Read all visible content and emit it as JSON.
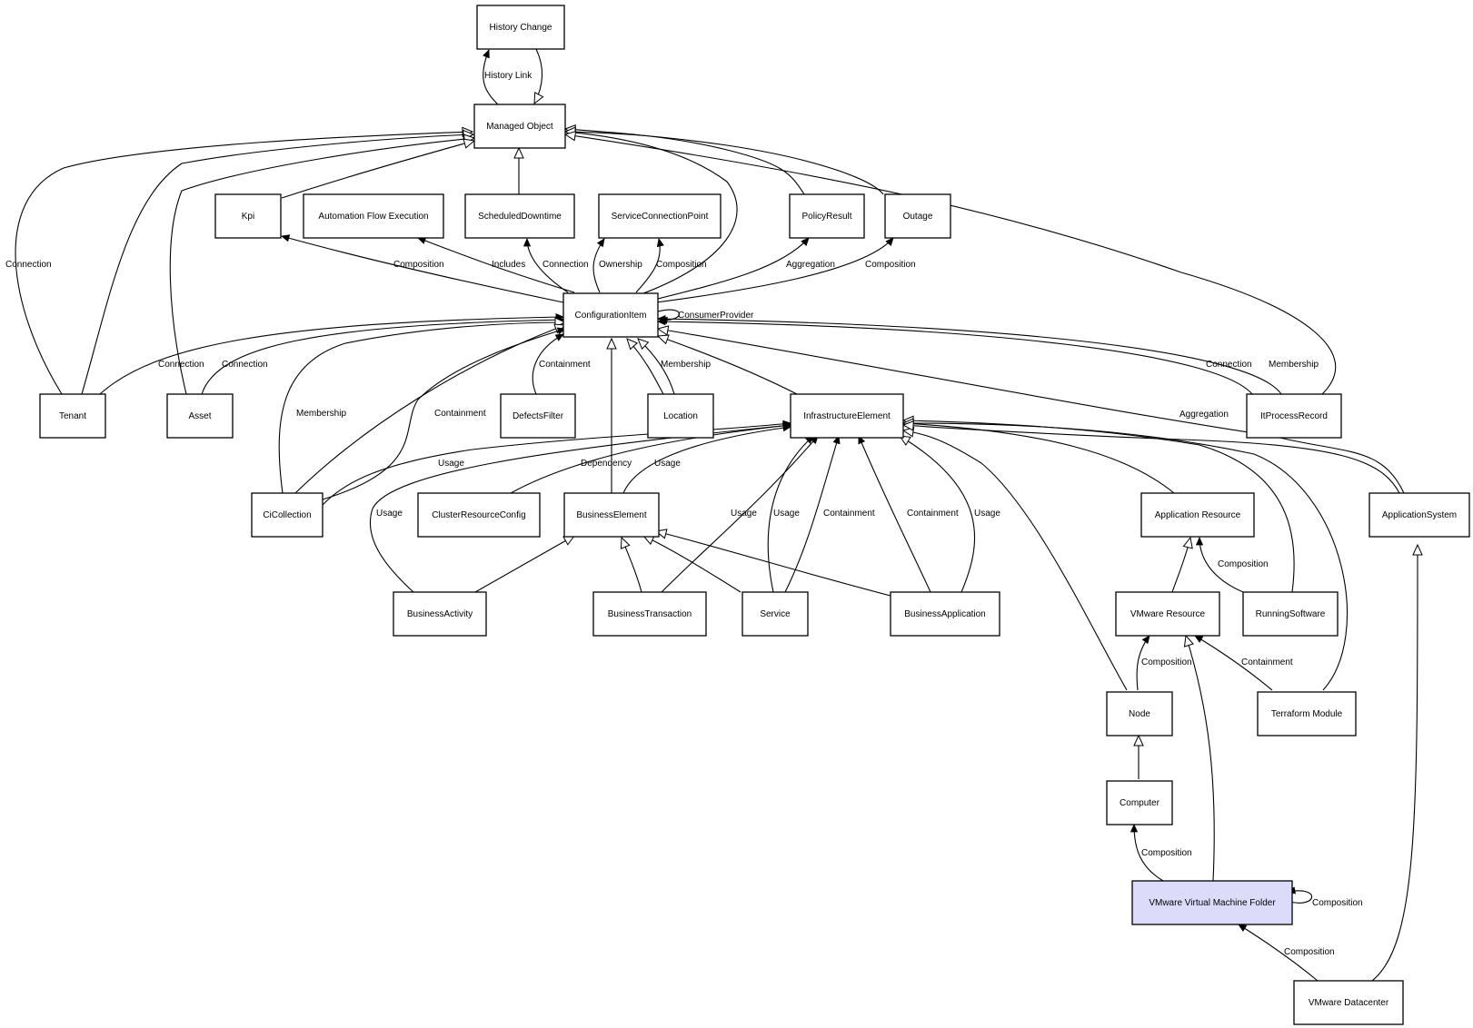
{
  "nodes": {
    "history_change": "History Change",
    "managed_object": "Managed Object",
    "kpi": "Kpi",
    "automation_flow_execution": "Automation Flow Execution",
    "scheduled_downtime": "ScheduledDowntime",
    "service_connection_point": "ServiceConnectionPoint",
    "policy_result": "PolicyResult",
    "outage": "Outage",
    "configuration_item": "ConfigurationItem",
    "tenant": "Tenant",
    "asset": "Asset",
    "defects_filter": "DefectsFilter",
    "location": "Location",
    "infrastructure_element": "InfrastructureElement",
    "it_process_record": "ItProcessRecord",
    "ci_collection": "CiCollection",
    "cluster_resource_config": "ClusterResourceConfig",
    "business_element": "BusinessElement",
    "application_resource": "Application Resource",
    "application_system": "ApplicationSystem",
    "business_activity": "BusinessActivity",
    "business_transaction": "BusinessTransaction",
    "service": "Service",
    "business_application": "BusinessApplication",
    "vmware_resource": "VMware Resource",
    "running_software": "RunningSoftware",
    "node": "Node",
    "terraform_module": "Terraform Module",
    "computer": "Computer",
    "vmware_vm_folder": "VMware Virtual Machine Folder",
    "vmware_datacenter": "VMware Datacenter"
  },
  "edge_labels": {
    "history_link": "History Link",
    "tenant_mo_connection": "Connection",
    "ci_kpi_composition": "Composition",
    "ci_afe_includes": "Includes",
    "ci_sd_connection": "Connection",
    "ci_scp_ownership": "Ownership",
    "ci_scp_composition": "Composition",
    "ci_pr_aggregation": "Aggregation",
    "ci_outage_composition": "Composition",
    "ci_self_consumer_provider": "ConsumerProvider",
    "tenant_ci_connection": "Connection",
    "asset_ci_connection": "Connection",
    "cic_ci_membership": "Membership",
    "cic_ci_containment": "Containment",
    "df_ci_containment": "Containment",
    "loc_ci_membership": "Membership",
    "ipr_ci_connection": "Connection",
    "ipr_mo_membership": "Membership",
    "as_ci_aggregation": "Aggregation",
    "cic_ie_usage": "Usage",
    "crc_ie_dependency": "Dependency",
    "be_ie_usage": "Usage",
    "ba_ie_usage": "Usage",
    "bt_ie_usage": "Usage",
    "svc_ie_usage": "Usage",
    "svc_ie_containment": "Containment",
    "bapp_ie_containment": "Containment",
    "bapp_ie_usage": "Usage",
    "rs_ar_composition": "Composition",
    "node_vr_composition": "Composition",
    "tm_vr_containment": "Containment",
    "folder_computer_composition": "Composition",
    "folder_self_composition": "Composition",
    "dc_folder_composition": "Composition"
  },
  "colors": {
    "highlight_fill": "#dcdcfa",
    "stroke": "#000000",
    "background": "#ffffff"
  }
}
